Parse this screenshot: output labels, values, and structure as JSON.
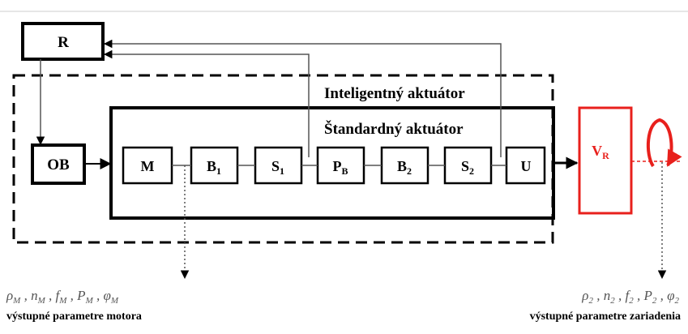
{
  "diagram": {
    "blocks": {
      "r": "R",
      "ob": "OB",
      "m": "M",
      "b1": {
        "base": "B",
        "sub": "1"
      },
      "s1": {
        "base": "S",
        "sub": "1"
      },
      "pb": {
        "base": "P",
        "sub": "B"
      },
      "b2": {
        "base": "B",
        "sub": "2"
      },
      "s2": {
        "base": "S",
        "sub": "2"
      },
      "u": "U",
      "vr": {
        "base": "V",
        "sub": "R"
      }
    },
    "groups": {
      "intelligent_actuator": "Inteligentný aktuátor",
      "standard_actuator": "Štandardný aktuátor"
    },
    "outputs": {
      "motor": {
        "symbols": [
          {
            "base": "ρ",
            "sub": "M"
          },
          {
            "base": "n",
            "sub": "M"
          },
          {
            "base": "f",
            "sub": "M"
          },
          {
            "base": "P",
            "sub": "M"
          },
          {
            "base": "φ",
            "sub": "M"
          }
        ],
        "caption": "výstupné parametre motora"
      },
      "device": {
        "symbols": [
          {
            "base": "ρ",
            "sub": "2"
          },
          {
            "base": "n",
            "sub": "2"
          },
          {
            "base": "f",
            "sub": "2"
          },
          {
            "base": "P",
            "sub": "2"
          },
          {
            "base": "φ",
            "sub": "2"
          }
        ],
        "caption": "výstupné parametre zariadenia"
      }
    },
    "colors": {
      "ink": "#000000",
      "accent": "#e8201c",
      "line": "#555555"
    }
  }
}
